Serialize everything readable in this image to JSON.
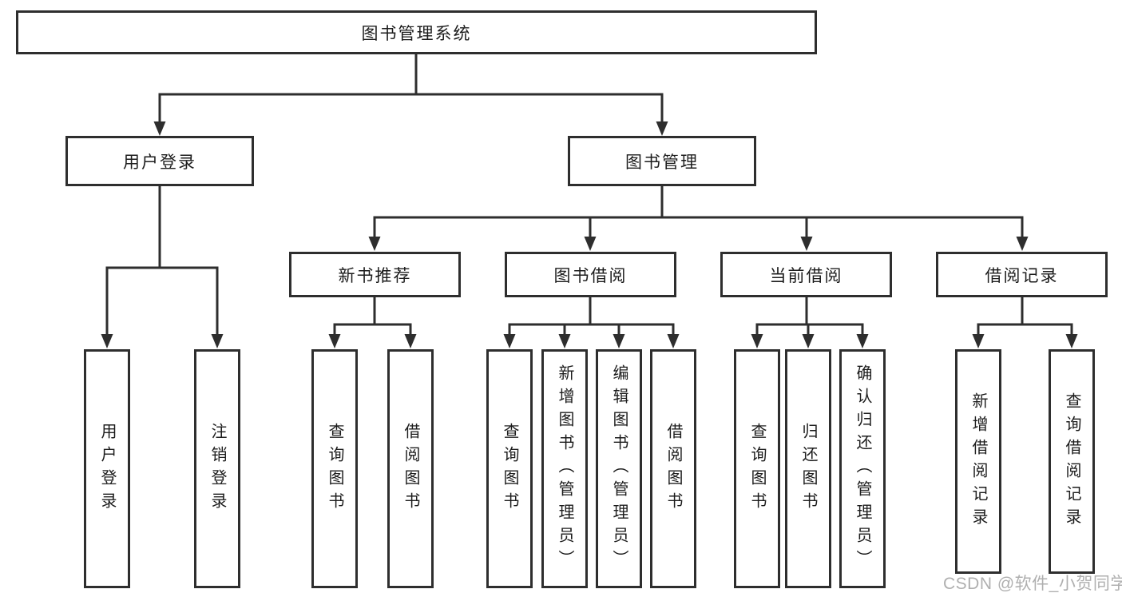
{
  "diagram": {
    "root": {
      "label": "图书管理系统"
    },
    "branches": [
      {
        "label": "用户登录",
        "children": [
          "用户登录",
          "注销登录"
        ]
      },
      {
        "label": "图书管理",
        "groups": [
          {
            "label": "新书推荐",
            "children": [
              "查询图书",
              "借阅图书"
            ]
          },
          {
            "label": "图书借阅",
            "children": [
              "查询图书",
              "新增图书（管理员）",
              "编辑图书（管理员）",
              "借阅图书"
            ]
          },
          {
            "label": "当前借阅",
            "children": [
              "查询图书",
              "归还图书",
              "确认归还（管理员）"
            ]
          },
          {
            "label": "借阅记录",
            "children": [
              "新增借阅记录",
              "查询借阅记录"
            ]
          }
        ]
      }
    ]
  },
  "watermark": {
    "text": "CSDN @软件_小贺同学",
    "color": "#afafaf"
  },
  "colors": {
    "line": "#2e2e2e",
    "text": "#1c1c1c",
    "background": "#ffffff"
  }
}
